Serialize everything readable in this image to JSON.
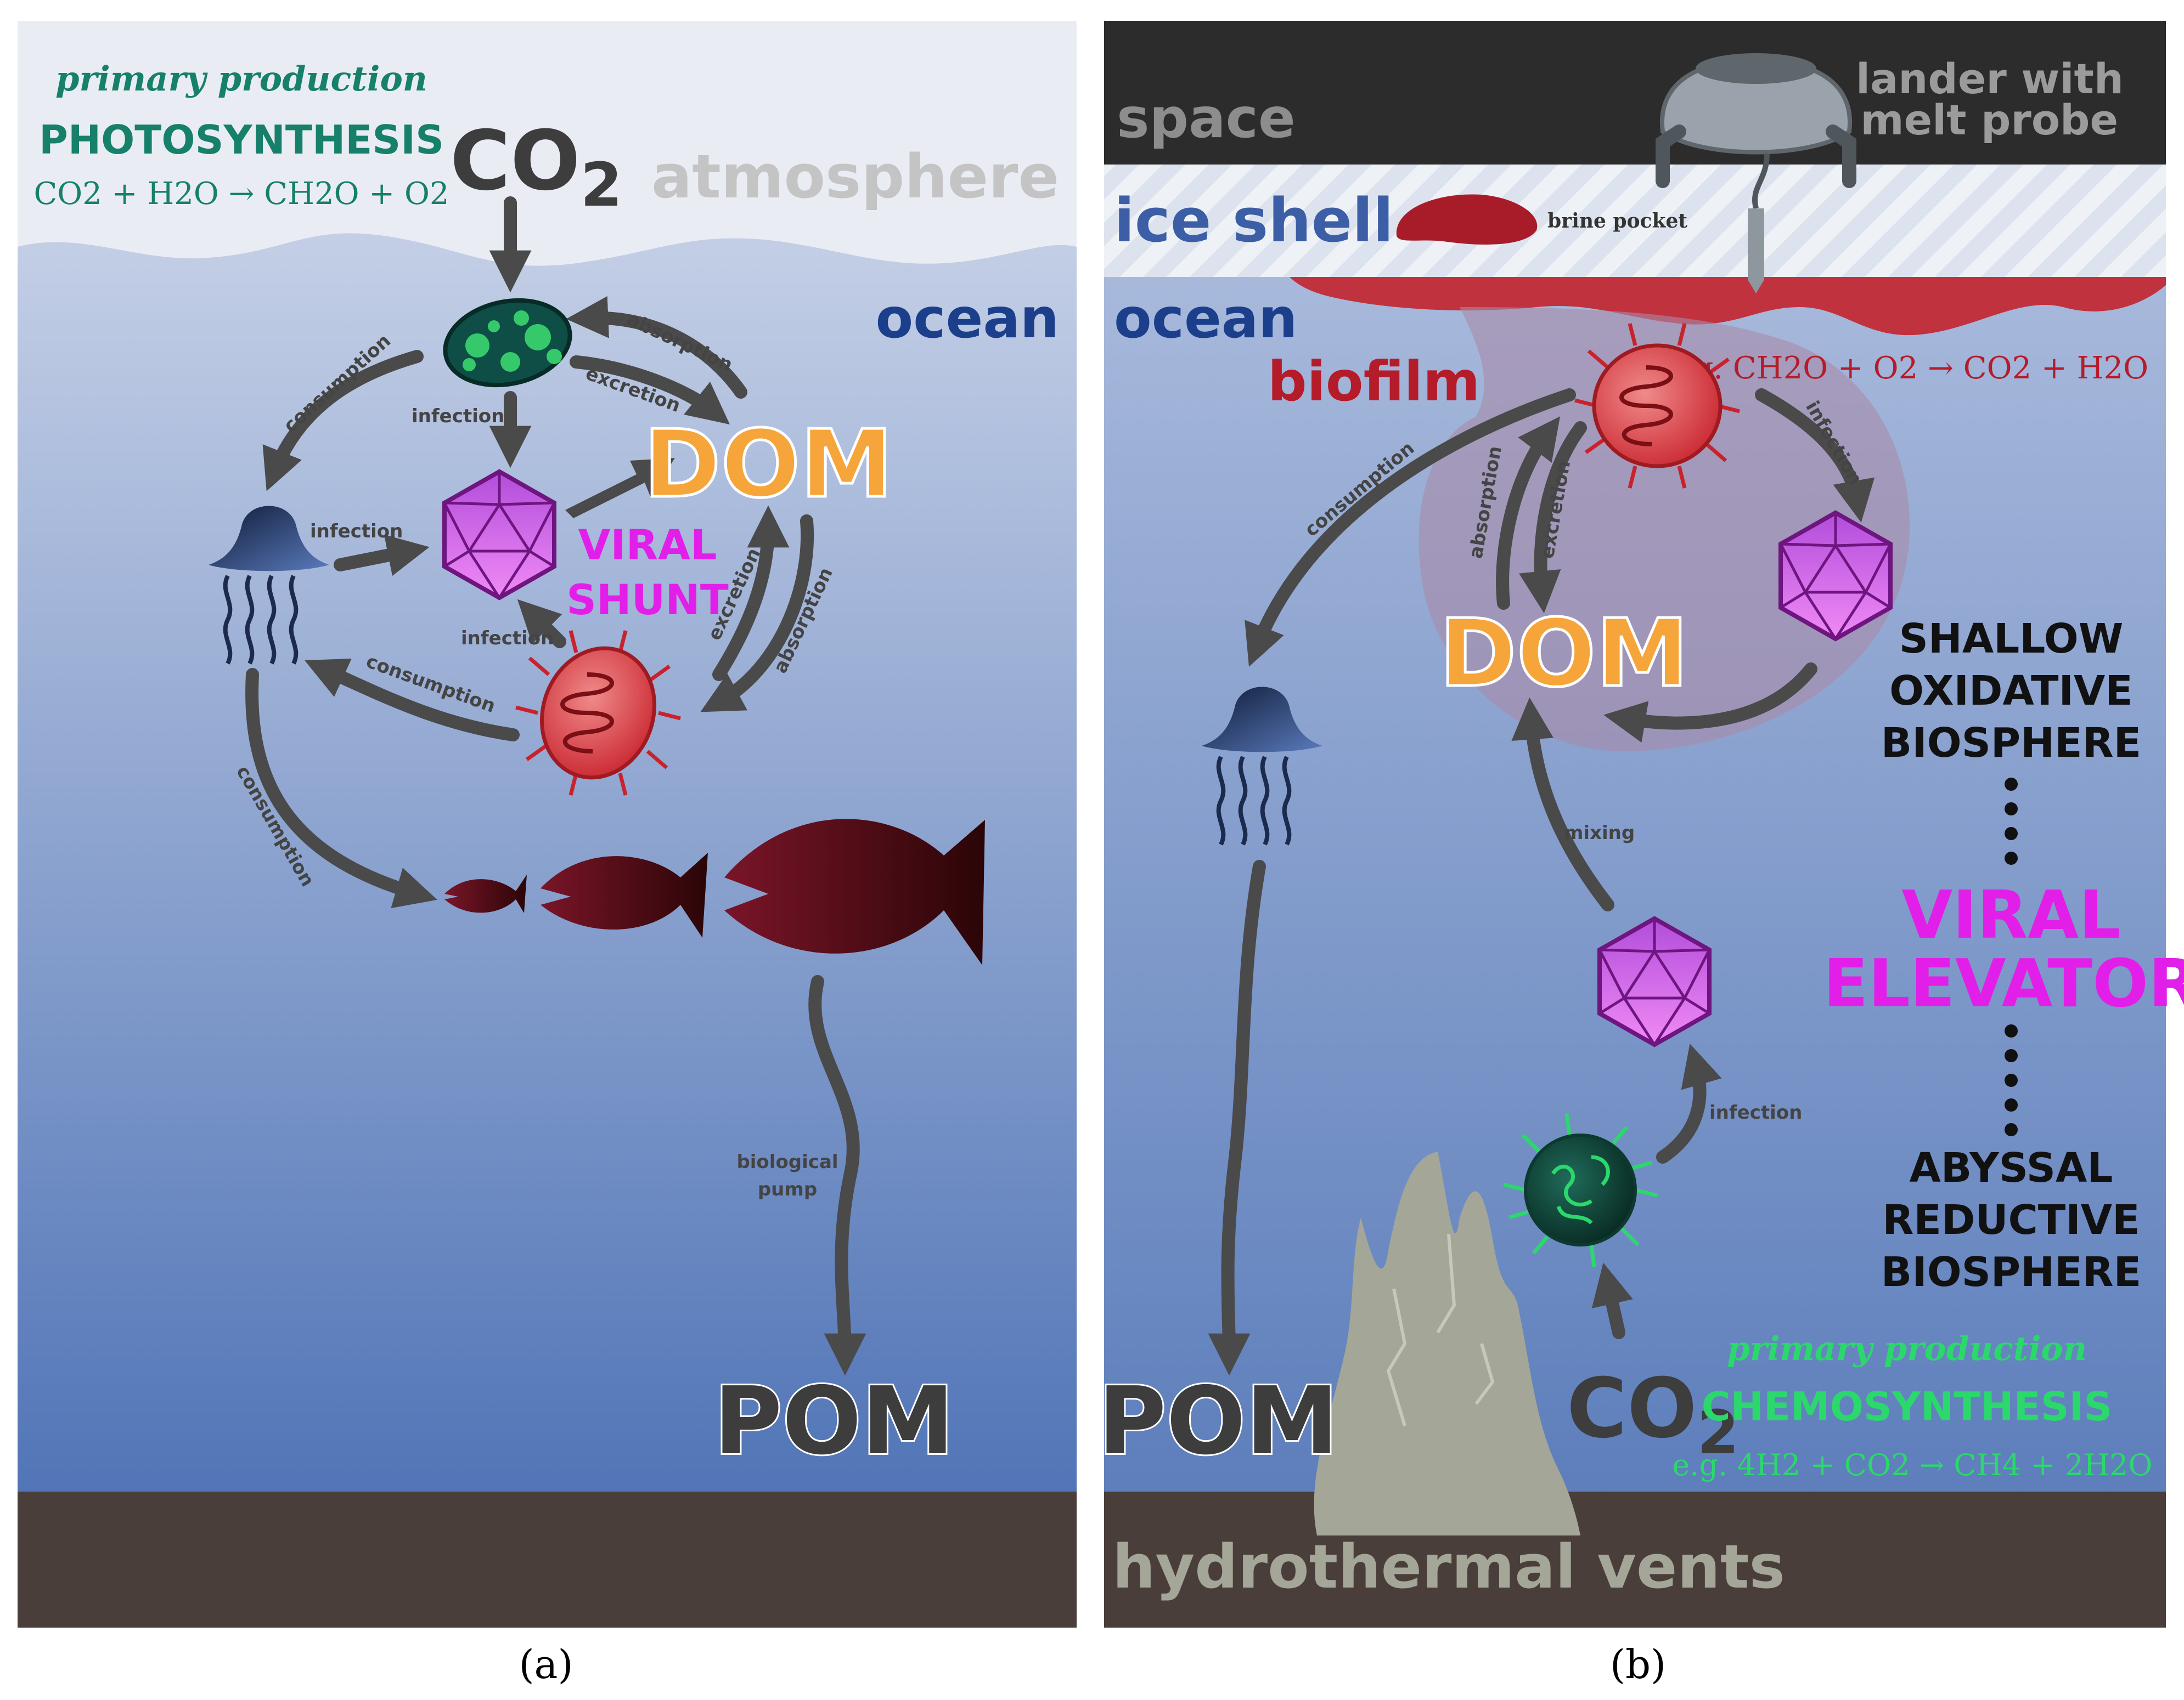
{
  "panel_a": {
    "header": {
      "primary_production": "primary production",
      "process": "PHOTOSYNTHESIS",
      "equation": "CO2 + H2O → CH2O + O2"
    },
    "co2": "CO",
    "co2_sub": "2",
    "atmosphere_label": "atmosphere",
    "ocean_label": "ocean",
    "dom_label": "DOM",
    "viral_label": "VIRAL",
    "shunt_label": "SHUNT",
    "pom_label": "POM",
    "arrow_labels": {
      "absorption_top": "absorption",
      "excretion_top": "excretion",
      "consumption_left": "consumption",
      "infection_top": "infection",
      "infection_left": "infection",
      "infection_bottom": "infection",
      "excretion_right": "excretion",
      "absorption_right": "absorption",
      "consumption_mid": "consumption",
      "consumption_low": "consumption",
      "biological": "biological",
      "pump": "pump"
    },
    "caption": "(a)"
  },
  "panel_b": {
    "space_label": "space",
    "lander_line1": "lander with",
    "lander_line2": "melt probe",
    "ice_shell_label": "ice shell",
    "brine_pocket_label": "brine pocket",
    "ocean_label": "ocean",
    "biofilm_label": "biofilm",
    "equation_top": "e.g. CH2O + O2 → CO2 + H2O",
    "dom_label": "DOM",
    "arrow_labels": {
      "consumption": "consumption",
      "absorption": "absorption",
      "excretion": "excretion",
      "infection_top": "infection",
      "mixing": "mixing",
      "infection_bottom": "infection"
    },
    "shallow_1": "SHALLOW",
    "shallow_2": "OXIDATIVE",
    "shallow_3": "BIOSPHERE",
    "viral_label": "VIRAL",
    "elevator_label": "ELEVATOR",
    "abyssal_1": "ABYSSAL",
    "abyssal_2": "REDUCTIVE",
    "abyssal_3": "BIOSPHERE",
    "pom_label": "POM",
    "co2": "CO",
    "co2_sub": "2",
    "primary_production": "primary production",
    "process": "CHEMOSYNTHESIS",
    "equation_bottom": "e.g. 4H2 + CO2 → CH4 + 2H2O",
    "vents_label": "hydrothermal vents",
    "caption": "(b)"
  },
  "colors": {
    "arrow": "#4a4a4a",
    "dom_orange": "#f6a53a",
    "viral_magenta": "#e21fe8",
    "photosynth_green": "#17806a",
    "chemo_green": "#2bd86b",
    "biofilm_red": "#b51c2a",
    "ocean_blue": "#1c3f8c",
    "seafloor": "#4a3e3b",
    "space": "#2c2c2c"
  }
}
